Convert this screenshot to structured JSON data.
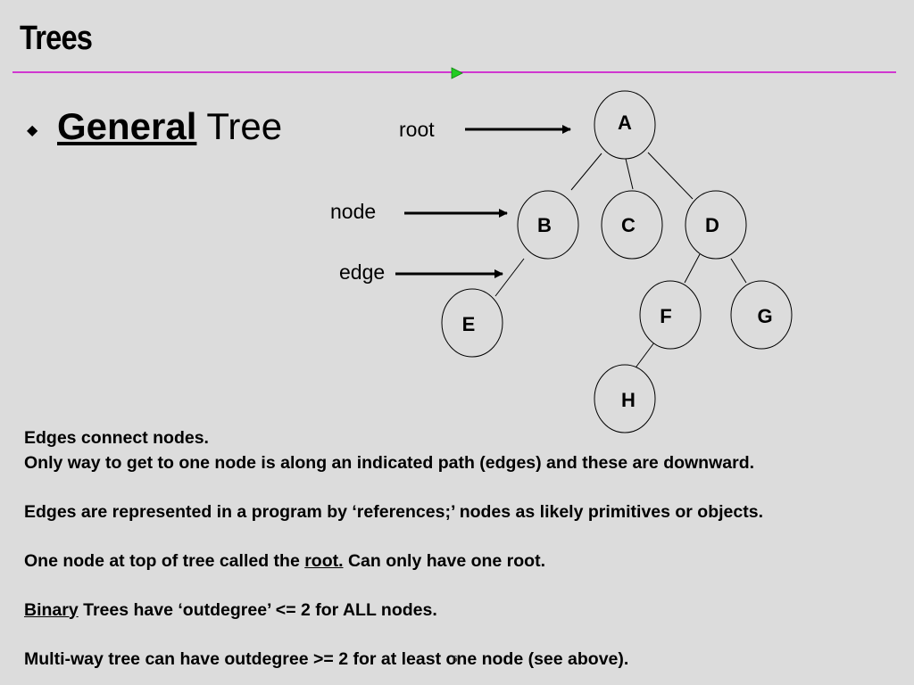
{
  "slide": {
    "title": "Trees",
    "bullet_bold": "General",
    "bullet_rest": " Tree",
    "page_number": "6"
  },
  "diagram": {
    "labels": {
      "root": "root",
      "node": "node",
      "edge": "edge"
    },
    "nodes": [
      "A",
      "B",
      "C",
      "D",
      "E",
      "F",
      "G",
      "H"
    ],
    "edges": [
      [
        "A",
        "B"
      ],
      [
        "A",
        "C"
      ],
      [
        "A",
        "D"
      ],
      [
        "B",
        "E"
      ],
      [
        "D",
        "F"
      ],
      [
        "D",
        "G"
      ],
      [
        "F",
        "H"
      ]
    ]
  },
  "notes": {
    "line1": "Edges connect nodes.",
    "line2": "Only way to get to one node is along an indicated path (edges)  and these are downward.",
    "line3": "Edges are represented in a program by ‘references;’  nodes as likely primitives or objects.",
    "line4_pre": "One node at top of tree called the ",
    "line4_link": "root.",
    "line4_post": "  Can only have one root.",
    "line5_link": "Binary",
    "line5_post": " Trees have ‘outdegree’ <= 2 for ALL nodes.",
    "line6": "Multi-way tree can have outdegree >= 2 for at least one node (see above)."
  },
  "colors": {
    "background": "#dcdcdc",
    "title_rule": "#cc00cc",
    "rule_marker": "#22cc22"
  }
}
